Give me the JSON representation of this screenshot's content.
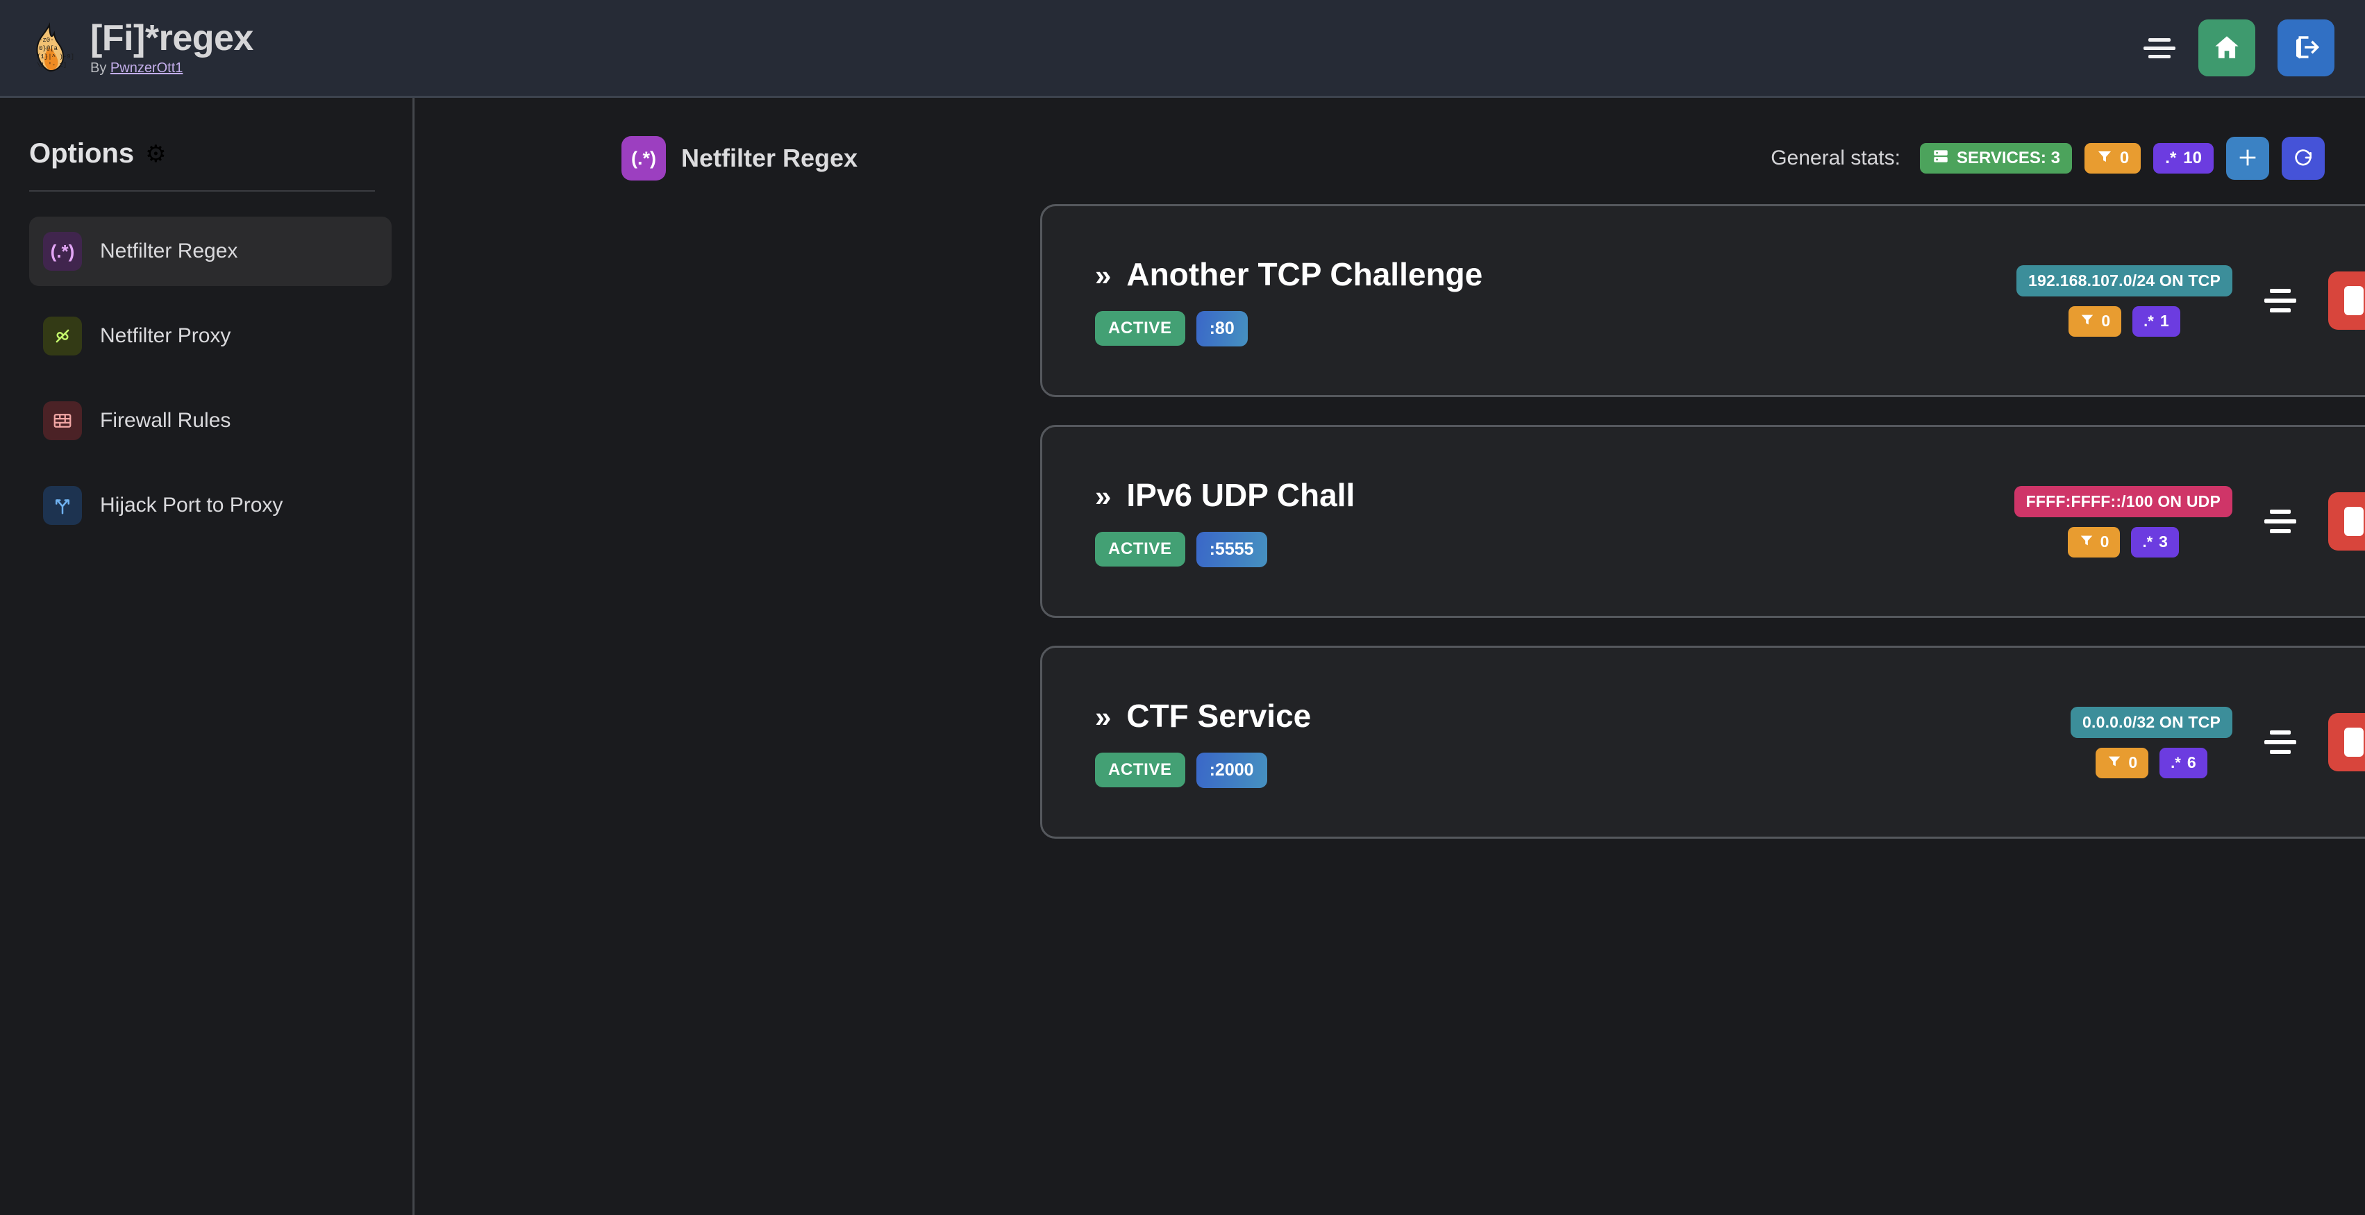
{
  "header": {
    "logo_icon": "flame-regex-logo",
    "title": "[Fi]*regex",
    "by_prefix": "By ",
    "author": "PwnzerOtt1",
    "menu_icon": "menu-lines-icon",
    "home_icon": "home-icon",
    "logout_icon": "logout-icon",
    "bg": "#262b36"
  },
  "sidebar": {
    "title": "Options",
    "gear_icon": "⚙",
    "items": [
      {
        "label": "Netfilter Regex",
        "icon": "regex-icon",
        "glyph": "(.*)",
        "tone": "purple",
        "active": true
      },
      {
        "label": "Netfilter Proxy",
        "icon": "plug-icon",
        "glyph": "",
        "tone": "olive",
        "active": false
      },
      {
        "label": "Firewall Rules",
        "icon": "brick-wall-icon",
        "glyph": "",
        "tone": "maroon",
        "active": false
      },
      {
        "label": "Hijack Port to Proxy",
        "icon": "route-fork-icon",
        "glyph": "",
        "tone": "navy",
        "active": false
      }
    ]
  },
  "main": {
    "page_icon": "regex-icon",
    "page_icon_glyph": "(.*)",
    "page_title": "Netfilter Regex",
    "stats_label": "General stats:",
    "stats": [
      {
        "name": "services",
        "icon": "server-icon",
        "label": "SERVICES: 3",
        "tone": "green"
      },
      {
        "name": "filters",
        "icon": "funnel-icon",
        "label": "0",
        "tone": "orange"
      },
      {
        "name": "regexes",
        "icon": "regex-icon",
        "label": "10",
        "tone": "purple"
      }
    ],
    "add_button_icon": "plus-icon",
    "refresh_button_icon": "refresh-icon"
  },
  "services": [
    {
      "chevron": "»",
      "name": "Another TCP Challenge",
      "status": "ACTIVE",
      "port": ":80",
      "network": "192.168.107.0/24 ON TCP",
      "network_tone": "teal",
      "filters_icon": "funnel-icon",
      "filters_count": "0",
      "regex_icon": "regex-icon",
      "regex_count": "1",
      "handle_icon": "drag-handle-icon",
      "stop_icon": "stop-icon",
      "play_icon": "play-icon",
      "expand_icon": "chevron-right-icon"
    },
    {
      "chevron": "»",
      "name": "IPv6 UDP Chall",
      "status": "ACTIVE",
      "port": ":5555",
      "network": "FFFF:FFFF::/100 ON UDP",
      "network_tone": "pink",
      "filters_icon": "funnel-icon",
      "filters_count": "0",
      "regex_icon": "regex-icon",
      "regex_count": "3",
      "handle_icon": "drag-handle-icon",
      "stop_icon": "stop-icon",
      "play_icon": "play-icon",
      "expand_icon": "chevron-right-icon"
    },
    {
      "chevron": "»",
      "name": "CTF Service",
      "status": "ACTIVE",
      "port": ":2000",
      "network": "0.0.0.0/32 ON TCP",
      "network_tone": "teal",
      "filters_icon": "funnel-icon",
      "filters_count": "0",
      "regex_icon": "regex-icon",
      "regex_count": "6",
      "handle_icon": "drag-handle-icon",
      "stop_icon": "stop-icon",
      "play_icon": "play-icon",
      "expand_icon": "chevron-right-icon"
    }
  ],
  "colors": {
    "page_bg": "#1a1b1e",
    "header_bg": "#262b36",
    "card_bg": "#222326",
    "card_border": "#55585d",
    "accent_green": "#4ca35c",
    "accent_orange": "#e89c30",
    "accent_purple": "#6c3ce0",
    "accent_red": "#d8453c",
    "accent_teal": "#3c8e9a",
    "accent_pink": "#cf3568",
    "accent_blue": "#3b82c4",
    "accent_indigo": "#4553d8"
  }
}
